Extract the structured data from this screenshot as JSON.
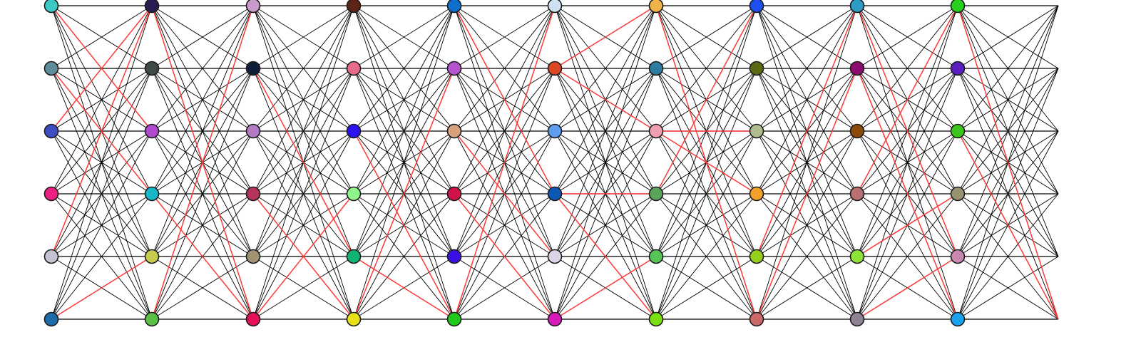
{
  "graph": {
    "type": "layered network",
    "layer_count": 11,
    "nodes_per_layer": 6,
    "edge_color": "#000000",
    "highlight_edge_color": "#ff3b3b",
    "node_border_color": "#1a1a1a",
    "layers": [
      [
        "#3cc9c4",
        "#5f8e9a",
        "#3f4dc2",
        "#ec1f82",
        "#c3c3d3",
        "#1f6aa8"
      ],
      [
        "#2c1a52",
        "#3f4a44",
        "#b049d0",
        "#17b6c9",
        "#c7cc4d",
        "#5abf44"
      ],
      [
        "#c99ac9",
        "#0d2038",
        "#b57ac4",
        "#b4345b",
        "#a29274",
        "#e41058"
      ],
      [
        "#5b2416",
        "#e86b8f",
        "#2d12f0",
        "#8ef48b",
        "#0fb475",
        "#e6e01a"
      ],
      [
        "#0c6fcc",
        "#b853d1",
        "#d9a27e",
        "#d0124a",
        "#3b0fe2",
        "#23c81d"
      ],
      [
        "#cfe0f2",
        "#dc4622",
        "#5f9df0",
        "#0d58b4",
        "#dcd3e8",
        "#d619b8"
      ],
      [
        "#f0b24a",
        "#2e7c9f",
        "#ee9fb0",
        "#5aa55a",
        "#57c455",
        "#7ade10"
      ],
      [
        "#1d4ef0",
        "#5a6a14",
        "#b0bd8f",
        "#f4a12a",
        "#95cf1c",
        "#cc6868"
      ],
      [
        "#2e9bc6",
        "#8c0d6f",
        "#8a4a0c",
        "#b87070",
        "#8ee33a",
        "#8f8294"
      ],
      [
        "#27d01d",
        "#5c1ec2",
        "#3cc51c",
        "#979270",
        "#c888b0",
        "#1ba2ee"
      ],
      [
        "#ffffff",
        "#ffffff",
        "#ffffff",
        "#ffffff",
        "#ffffff",
        "#ffffff"
      ]
    ],
    "highlight_edges": [
      [
        0,
        0,
        1,
        2
      ],
      [
        0,
        1,
        1,
        3
      ],
      [
        0,
        2,
        1,
        0
      ],
      [
        0,
        5,
        1,
        4
      ],
      [
        0,
        4,
        1,
        0
      ],
      [
        1,
        0,
        2,
        5
      ],
      [
        1,
        5,
        2,
        0
      ],
      [
        1,
        3,
        2,
        5
      ],
      [
        2,
        1,
        3,
        4
      ],
      [
        2,
        3,
        3,
        5
      ],
      [
        2,
        5,
        3,
        3
      ],
      [
        3,
        4,
        4,
        5
      ],
      [
        3,
        5,
        4,
        1
      ],
      [
        3,
        2,
        4,
        5
      ],
      [
        4,
        0,
        5,
        3
      ],
      [
        4,
        3,
        5,
        5
      ],
      [
        4,
        5,
        5,
        0
      ],
      [
        4,
        2,
        5,
        4
      ],
      [
        5,
        1,
        6,
        0
      ],
      [
        5,
        1,
        6,
        2
      ],
      [
        5,
        3,
        6,
        3
      ],
      [
        5,
        5,
        6,
        4
      ],
      [
        5,
        3,
        6,
        5
      ],
      [
        6,
        2,
        7,
        2
      ],
      [
        6,
        2,
        7,
        3
      ],
      [
        6,
        3,
        7,
        0
      ],
      [
        6,
        0,
        7,
        5
      ],
      [
        7,
        5,
        8,
        1
      ],
      [
        7,
        4,
        8,
        0
      ],
      [
        8,
        1,
        9,
        5
      ],
      [
        8,
        3,
        9,
        0
      ],
      [
        8,
        4,
        9,
        3
      ],
      [
        8,
        5,
        9,
        4
      ],
      [
        8,
        0,
        9,
        4
      ],
      [
        9,
        0,
        10,
        5
      ],
      [
        9,
        2,
        10,
        5
      ]
    ]
  }
}
